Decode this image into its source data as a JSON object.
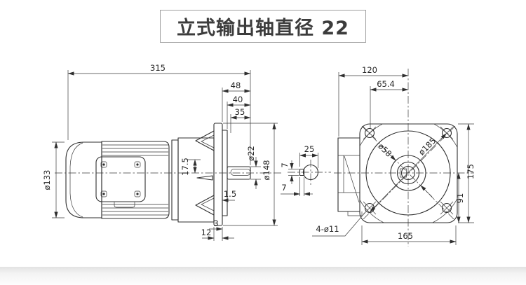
{
  "title": {
    "text": "立式输出轴直径 22"
  },
  "colors": {
    "background": "#ffffff",
    "line": "#2f2f2f",
    "dimension_text": "#262626",
    "title_border": "#9f9f9f",
    "bottom_fade": "#e2e2e2"
  },
  "side_view": {
    "dims": {
      "overall_length": "315",
      "flange_to_shaft_end": "48",
      "step_40": "40",
      "step_35": "35",
      "motor_diameter": "ø133",
      "key_offset": "17.5",
      "shaft_diameter": "ø22",
      "flange_diameter": "ø148",
      "step_small": "1.5",
      "boss_step": "3",
      "flange_thickness": "12"
    }
  },
  "shaft_section": {
    "dims": {
      "width_over_key": "25",
      "key_width": "7",
      "key_depth": "7"
    }
  },
  "front_view": {
    "dims": {
      "edge_to_center": "120",
      "box_to_center": "65.4",
      "pilot_diameter": "ø58",
      "bolt_circle_diameter": "ø185",
      "overall_height": "175",
      "center_to_bottom": "91",
      "bolt_holes": "4-ø11",
      "bolt_spacing": "165"
    }
  }
}
